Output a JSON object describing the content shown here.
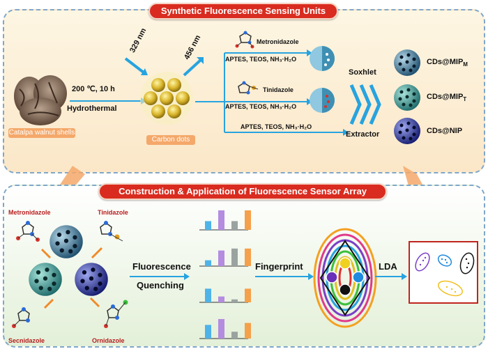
{
  "top": {
    "title": "Synthetic Fluorescence Sensing Units",
    "source_label": "Catalpa walnut shells",
    "conditions": "200 ℃, 10 h",
    "method": "Hydrothermal",
    "excitation": "329 nm",
    "emission": "456 nm",
    "cd_label": "Carbon dots",
    "templates": [
      "Metronidazole",
      "Tinidazole"
    ],
    "reagents": "APTES, TEOS, NH₃·H₂O",
    "process_top": "Soxhlet",
    "process_bottom": "Extractor",
    "products": {
      "m_main": "CDs@MIP",
      "m_sub": "M",
      "t_main": "CDs@MIP",
      "t_sub": "T",
      "nip": "CDs@NIP"
    }
  },
  "bottom": {
    "title": "Construction & Application of Fluorescence Sensor Array",
    "analytes": [
      "Metronidazole",
      "Tinidazole",
      "Secnidazole",
      "Ornidazole"
    ],
    "step1_line1": "Fluorescence",
    "step1_line2": "Quenching",
    "step2": "Fingerprint",
    "step3": "LDA"
  },
  "colors": {
    "banner": "#d92b1f",
    "arrow_blue": "#27a3e0",
    "bar_blue": "#4fb3e8",
    "bar_purple": "#b48ce0",
    "bar_gray": "#9aa3a0",
    "bar_orange": "#f5a04a",
    "accent_orange": "#f4a86a"
  },
  "chart_data": {
    "type": "bar",
    "categories": [
      "1",
      "2",
      "3",
      "4"
    ],
    "series": [
      {
        "values": [
          0.45,
          1.0,
          0.45,
          1.0
        ]
      },
      {
        "values": [
          0.3,
          0.8,
          0.9,
          0.9
        ]
      },
      {
        "values": [
          0.7,
          0.3,
          0.15,
          0.7
        ]
      },
      {
        "values": [
          0.7,
          1.0,
          0.35,
          0.8
        ]
      }
    ]
  }
}
